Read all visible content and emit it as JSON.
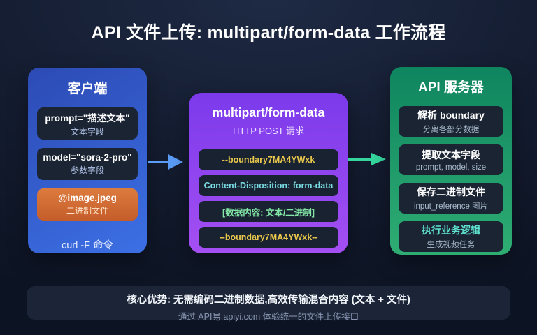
{
  "title": "API 文件上传: multipart/form-data 工作流程",
  "client": {
    "title": "客户端",
    "cards": [
      {
        "main": "prompt=\"描述文本\"",
        "sub": "文本字段"
      },
      {
        "main": "model=\"sora-2-pro\"",
        "sub": "参数字段"
      },
      {
        "main": "@image.jpeg",
        "sub": "二进制文件"
      }
    ],
    "footer": "curl -F 命令"
  },
  "payload": {
    "title": "multipart/form-data",
    "subtitle": "HTTP POST 请求",
    "rows": [
      {
        "text": "--boundary7MA4YWxk"
      },
      {
        "text": "Content-Disposition: form-data"
      },
      {
        "text": "[数据内容: 文本/二进制]"
      },
      {
        "text": "--boundary7MA4YWxk--"
      }
    ]
  },
  "server": {
    "title": "API 服务器",
    "cards": [
      {
        "main": "解析 boundary",
        "sub": "分离各部分数据"
      },
      {
        "main": "提取文本字段",
        "sub": "prompt, model, size"
      },
      {
        "main": "保存二进制文件",
        "sub": "input_reference 图片"
      },
      {
        "main": "执行业务逻辑",
        "sub": "生成视频任务"
      }
    ]
  },
  "benefit": {
    "line1": "核心优势: 无需编码二进制数据,高效传输混合内容 (文本 + 文件)",
    "line2": "通过 API易 apiyi.com 体验统一的文件上传接口"
  },
  "colors": {
    "client_box": "#3C70E5",
    "payload_box": "#8A42EE",
    "server_box": "#1D9A69",
    "binary_card": "#D06A33",
    "boundary_text": "#E9C84C",
    "content_disposition_text": "#79DBE2",
    "data_content_text": "#83E7A6",
    "business_logic_text": "#5FE3CF",
    "arrow_blue": "#5B9CF6",
    "arrow_green": "#35D69E"
  }
}
